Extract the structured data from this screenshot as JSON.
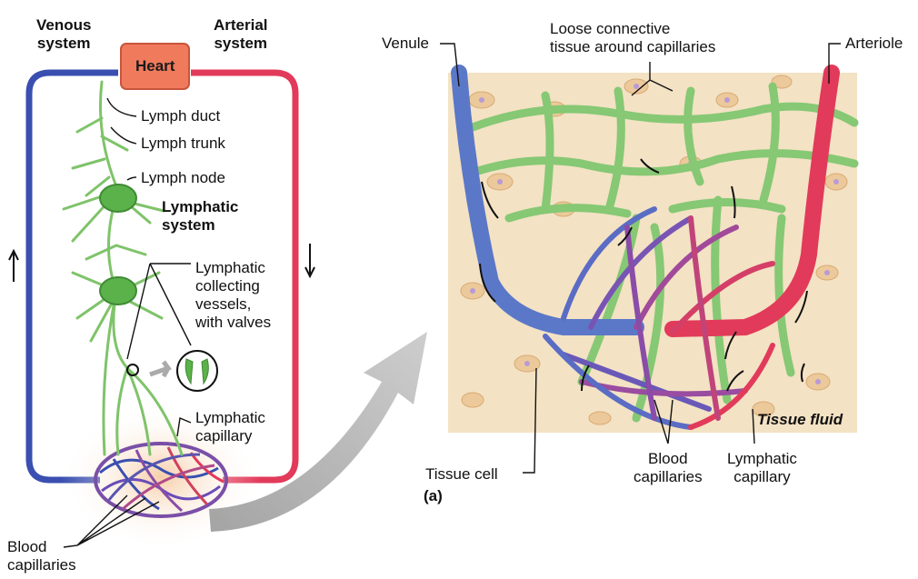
{
  "left": {
    "venous_title": [
      "Venous",
      "system"
    ],
    "arterial_title": [
      "Arterial",
      "system"
    ],
    "heart": "Heart",
    "lymph_duct": "Lymph duct",
    "lymph_trunk": "Lymph trunk",
    "lymph_node": "Lymph node",
    "lymphatic_system": [
      "Lymphatic",
      "system"
    ],
    "collecting_vessels": [
      "Lymphatic",
      "collecting",
      "vessels,",
      "with valves"
    ],
    "lymphatic_capillary": [
      "Lymphatic",
      "capillary"
    ],
    "blood_capillaries": [
      "Blood",
      "capillaries"
    ]
  },
  "right": {
    "venule": "Venule",
    "loose_tissue": [
      "Loose connective",
      "tissue around capillaries"
    ],
    "arteriole": "Arteriole",
    "tissue_fluid": "Tissue fluid",
    "tissue_cell": "Tissue cell",
    "panel_label": "(a)",
    "blood_capillaries": [
      "Blood",
      "capillaries"
    ],
    "lymphatic_capillary": [
      "Lymphatic",
      "capillary"
    ]
  },
  "colors": {
    "venous": "#3a4fb0",
    "arterial": "#e23a5a",
    "lymph": "#7fc36a",
    "heart": "#f07a5c",
    "tissue_bg": "#f3e2c4"
  }
}
